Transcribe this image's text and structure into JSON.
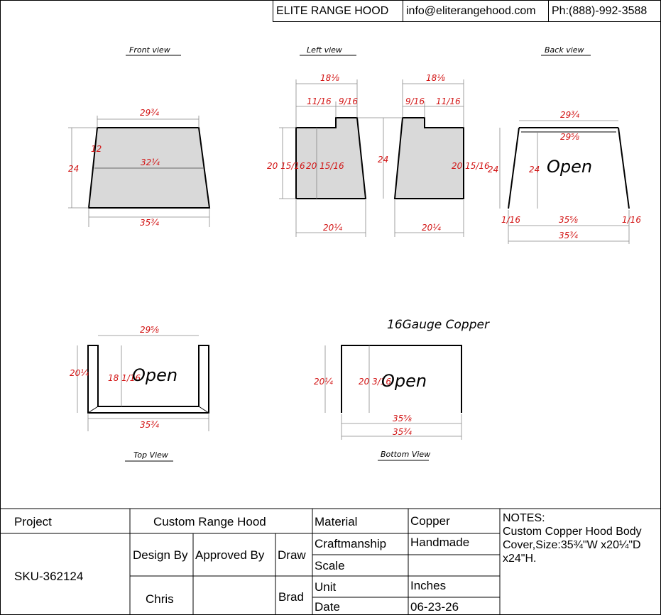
{
  "header": {
    "company": "ELITE RANGE HOOD",
    "email": "info@eliterangehood.com",
    "phone": "Ph:(888)-992-3588"
  },
  "views": {
    "front": "Front view",
    "left": "Left view",
    "back": "Back view",
    "top": "Top View",
    "bottom": "Bottom View"
  },
  "dims": {
    "front_top": "29¾",
    "front_mid": "32¼",
    "front_bottom": "35¾",
    "front_height": "24",
    "front_slant": "12",
    "left_total_a": "18⅛",
    "left_a_back": "9/16",
    "left_a_side": "11/16",
    "left_total_b": "18⅛",
    "left_b_a": "9/16",
    "left_b_side": "11/16",
    "left_outer_height": "20 15/16",
    "left_inner_height": "20 15/16",
    "left_center_height": "24",
    "left_right_height": "20 15/16",
    "left_bottom_a": "20¼",
    "left_bottom_b": "20¼",
    "back_top_outer": "29¾",
    "back_top_inner": "29⅝",
    "back_height_outer": "24",
    "back_height_inner": "24",
    "back_corner_left": "1/16",
    "back_corner_right": "1/16",
    "back_bottom_inner": "35⅝",
    "back_bottom_outer": "35¾",
    "top_top": "29⅝",
    "top_left": "20¼",
    "top_inner": "18 1/16",
    "top_bottom": "35¾",
    "bottom_left": "20¼",
    "bottom_inner": "20 3/16",
    "bottom_inner_width": "35⅝",
    "bottom_outer_width": "35¾"
  },
  "labels": {
    "open_back": "Open",
    "open_top": "Open",
    "open_bottom": "Open",
    "material_note": "16Gauge Copper"
  },
  "titleblock": {
    "project_label": "Project",
    "project_value": "Custom Range Hood",
    "sku": "SKU-362124",
    "design_by": "Design By",
    "approved_by": "Approved By",
    "draw": "Draw",
    "designer": "Chris",
    "drafter": "Brad",
    "rows": [
      {
        "label": "Material",
        "value": "Copper"
      },
      {
        "label": "Craftmanship",
        "value": "Handmade"
      },
      {
        "label": "Scale",
        "value": ""
      },
      {
        "label": "Unit",
        "value": "Inches"
      },
      {
        "label": "Date",
        "value": "06-23-26"
      }
    ],
    "notes_title": "NOTES:",
    "notes_text": "Custom Copper Hood Body Cover,Size:35¾\"W x20¼\"D x24\"H."
  }
}
